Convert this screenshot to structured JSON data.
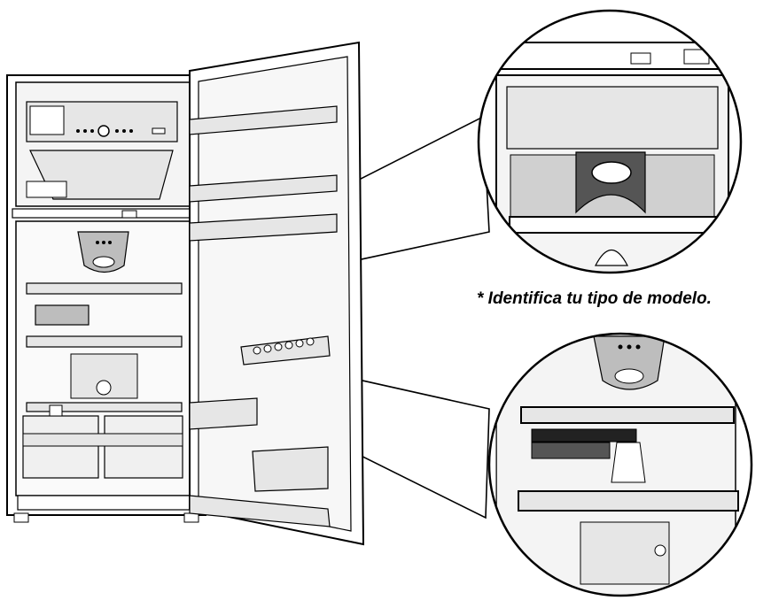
{
  "caption": "* Identifica tu tipo de modelo.",
  "colors": {
    "line": "#000000",
    "light_fill": "#e6e6e6",
    "mid_fill": "#bdbdbd",
    "dark_fill": "#555555",
    "background": "#ffffff"
  },
  "callouts": [
    {
      "id": "model-1",
      "description": "top detail view"
    },
    {
      "id": "model-2",
      "description": "bottom detail view"
    }
  ]
}
